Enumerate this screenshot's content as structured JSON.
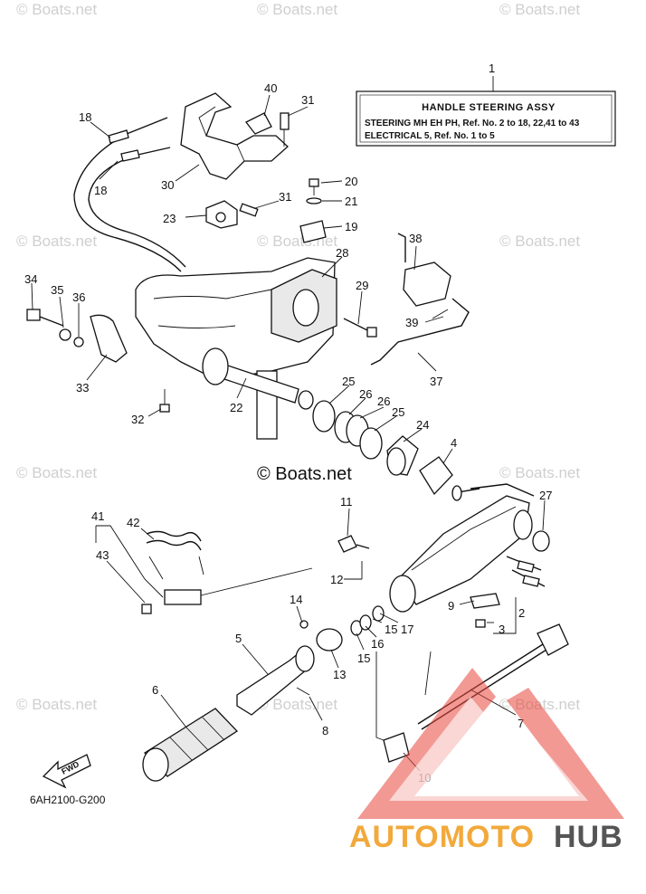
{
  "watermark": "© Boats.net",
  "watermark_center": "© Boats.net",
  "note": {
    "ref": "1",
    "title": "HANDLE STEERING ASSY",
    "line1": "STEERING MH EH PH, Ref. No. 2 to 18, 22,41 to 43",
    "line2": "ELECTRICAL 5, Ref. No. 1 to 5"
  },
  "part_code": "6AH2100-G200",
  "fwd_label": "FWD",
  "brand": {
    "left": "AUTOMOTO",
    "right": "HUB",
    "left_color": "#f2a93b",
    "right_color": "#555555",
    "triangle_color": "#e8453c"
  },
  "callouts": {
    "c1": "1",
    "c2": "2",
    "c3": "3",
    "c4": "4",
    "c5": "5",
    "c6": "6",
    "c7": "7",
    "c8": "8",
    "c9": "9",
    "c10": "10",
    "c11": "11",
    "c12": "12",
    "c13": "13",
    "c14": "14",
    "c15a": "15",
    "c15b": "15",
    "c16": "16",
    "c17": "17",
    "c18a": "18",
    "c18b": "18",
    "c19": "19",
    "c20": "20",
    "c21": "21",
    "c22": "22",
    "c23": "23",
    "c24": "24",
    "c25a": "25",
    "c25b": "25",
    "c26a": "26",
    "c26b": "26",
    "c27": "27",
    "c28": "28",
    "c29": "29",
    "c30": "30",
    "c31a": "31",
    "c31b": "31",
    "c32": "32",
    "c33": "33",
    "c34": "34",
    "c35": "35",
    "c36": "36",
    "c37": "37",
    "c38": "38",
    "c39": "39",
    "c40": "40",
    "c41": "41",
    "c42": "42",
    "c43": "43"
  }
}
